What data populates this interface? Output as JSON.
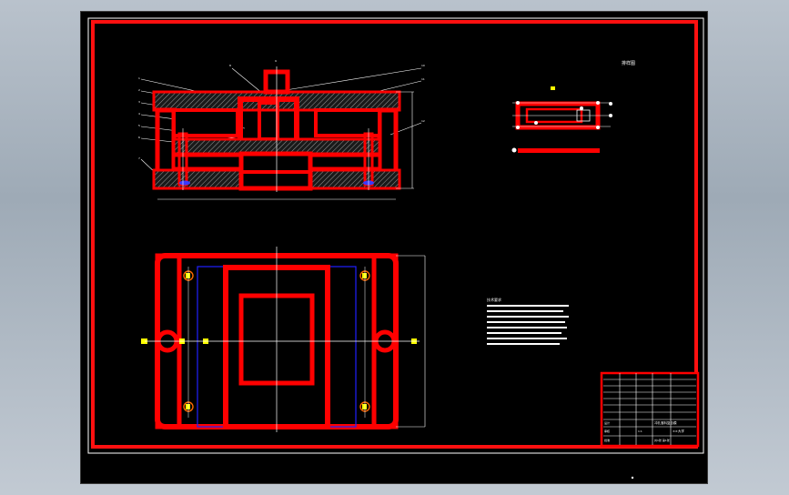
{
  "drawing": {
    "background": "#000000",
    "colors": {
      "frame": "#ff1010",
      "part": "#ff0000",
      "line": "#ffffff",
      "marker": "#ffff00",
      "hidden": "#2020ff",
      "dim": "#ffffff"
    },
    "panels": {
      "technical_requirements_label": "技术要求",
      "blank_layout_label": "排样图",
      "title_block": {
        "design_label": "设计",
        "check_label": "审核",
        "approve_label": "批准",
        "drawing_name": "冲孔落料复合模",
        "school": "××大学",
        "scale": "1:1",
        "sheet": "共1张 第1张"
      }
    }
  }
}
